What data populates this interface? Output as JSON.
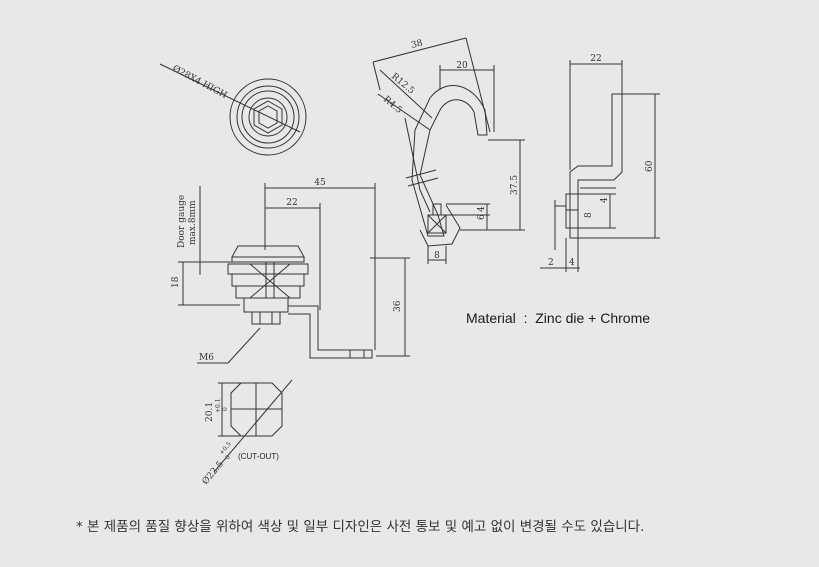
{
  "material": {
    "label": "Material",
    "separator": ":",
    "value": "Zinc die + Chrome"
  },
  "note": "* 본 제품의 품질 향상을 위하여 색상 및 일부 디자인은 사전 통보 및 예고 없이 변경될 수도 있습니다.",
  "top_view": {
    "diameter_label": "Ø28X4 HIGH"
  },
  "side_view": {
    "width_45": "45",
    "width_22": "22",
    "height_36": "36",
    "height_18": "18",
    "door_gauge_line1": "Door gauge",
    "door_gauge_line2": "max.8mm",
    "thread_label": "M6"
  },
  "cutout": {
    "height_label": "20.1",
    "height_tol_upper": "+0.1",
    "height_tol_lower": "0",
    "diameter_label": "Ø22.5",
    "diameter_tol_upper": "+0.5",
    "diameter_tol_lower": "0",
    "caption": "(CUT-OUT)"
  },
  "hook_view": {
    "dim_38": "38",
    "dim_20": "20",
    "r_12_5": "R12.5",
    "r_4_5": "R4.5",
    "dim_37_5": "37.5",
    "dim_6": "6",
    "dim_4": "4",
    "dim_8": "8"
  },
  "cam_view": {
    "dim_22": "22",
    "dim_60": "60",
    "dim_4": "4",
    "dim_8": "8",
    "dim_2": "2",
    "dim_4_bottom": "4"
  }
}
